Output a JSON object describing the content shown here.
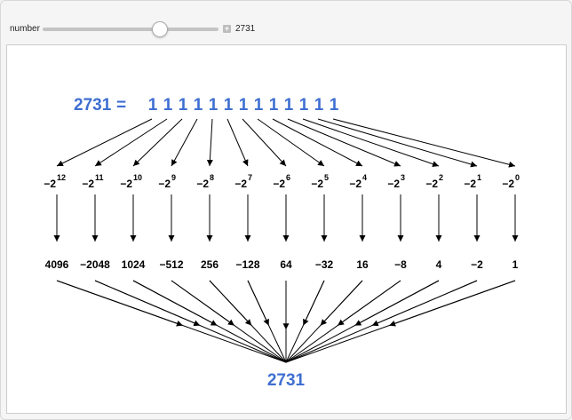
{
  "control": {
    "label": "number",
    "value": "2731",
    "slider_fraction": 0.66
  },
  "equation": {
    "number": "2731",
    "equals": "=",
    "digits": [
      "1",
      "1",
      "1",
      "1",
      "1",
      "1",
      "1",
      "1",
      "1",
      "1",
      "1",
      "1",
      "1"
    ]
  },
  "powers": [
    {
      "base": "−2",
      "exp": "12"
    },
    {
      "base": "−2",
      "exp": "11"
    },
    {
      "base": "−2",
      "exp": "10"
    },
    {
      "base": "−2",
      "exp": "9"
    },
    {
      "base": "−2",
      "exp": "8"
    },
    {
      "base": "−2",
      "exp": "7"
    },
    {
      "base": "−2",
      "exp": "6"
    },
    {
      "base": "−2",
      "exp": "5"
    },
    {
      "base": "−2",
      "exp": "4"
    },
    {
      "base": "−2",
      "exp": "3"
    },
    {
      "base": "−2",
      "exp": "2"
    },
    {
      "base": "−2",
      "exp": "1"
    },
    {
      "base": "−2",
      "exp": "0"
    }
  ],
  "values": [
    "4096",
    "−2048",
    "1024",
    "−512",
    "256",
    "−128",
    "64",
    "−32",
    "16",
    "−8",
    "4",
    "−2",
    "1"
  ],
  "result": "2731",
  "colors": {
    "accent": "#3f6fd1"
  }
}
